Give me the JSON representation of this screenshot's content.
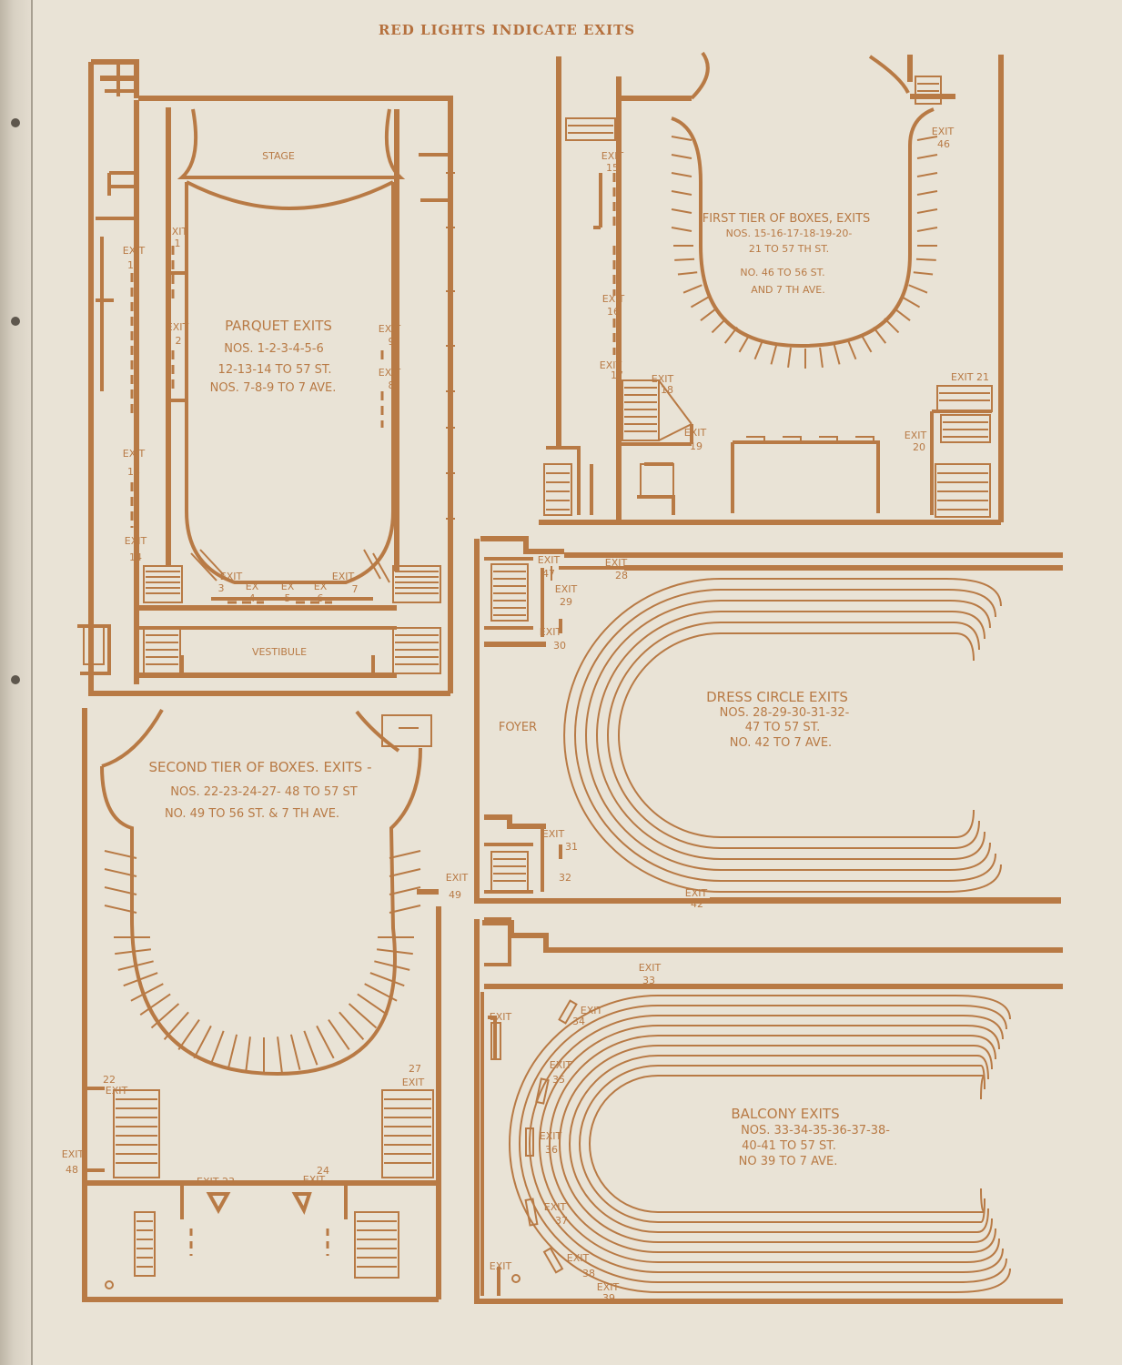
{
  "header": "RED LIGHTS INDICATE EXITS",
  "colors": {
    "ink": "#b87a45",
    "paper": "#e9e3d6"
  },
  "parquet": {
    "stage": "STAGE",
    "vestibule": "VESTIBULE",
    "title": "PARQUET EXITS",
    "line1": "NOS. 1-2-3-4-5-6",
    "line2": "12-13-14 TO 57 ST.",
    "line3": "NOS. 7-8-9 TO 7 AVE.",
    "exits": {
      "e1": [
        "EXIT",
        "1"
      ],
      "e2": [
        "EXIT",
        "2"
      ],
      "e3": [
        "EXIT",
        "3"
      ],
      "e4": [
        "EX",
        "4"
      ],
      "e5": [
        "EX",
        "5"
      ],
      "e6": [
        "EX",
        "6"
      ],
      "e7": [
        "EXIT",
        "7"
      ],
      "e8": [
        "EXIT",
        "8"
      ],
      "e9": [
        "EXIT",
        "9"
      ],
      "e12": [
        "EXIT",
        "12"
      ],
      "e13": [
        "EXIT",
        "13"
      ],
      "e14": [
        "EXIT",
        "14"
      ]
    }
  },
  "first_tier": {
    "title": "FIRST TIER OF BOXES, EXITS",
    "line1": "NOS. 15-16-17-18-19-20-",
    "line2": "21 TO 57 TH ST.",
    "line3": "NO. 46 TO 56 ST.",
    "line4": "AND 7 TH AVE.",
    "exits": {
      "e15": [
        "EXIT",
        "15"
      ],
      "e16": [
        "EXIT",
        "16"
      ],
      "e17": [
        "EXIT",
        "17"
      ],
      "e18": [
        "EXIT",
        "18"
      ],
      "e19": [
        "EXIT",
        "19"
      ],
      "e20": [
        "EXIT",
        "20"
      ],
      "e21": "EXIT 21",
      "e46": [
        "EXIT",
        "46"
      ]
    }
  },
  "dress_circle": {
    "foyer": "FOYER",
    "title": "DRESS CIRCLE EXITS",
    "line1": "NOS. 28-29-30-31-32-",
    "line2": "47 TO 57 ST.",
    "line3": "NO. 42 TO 7 AVE.",
    "exits": {
      "e28": [
        "EXIT",
        "28"
      ],
      "e29": [
        "EXIT",
        "29"
      ],
      "e30": [
        "EXIT",
        "30"
      ],
      "e31": [
        "EXIT",
        "31"
      ],
      "e32": "32",
      "e42": [
        "EXIT",
        "42"
      ],
      "e47": [
        "EXIT",
        "47"
      ]
    }
  },
  "second_tier": {
    "title": "SECOND TIER OF BOXES. EXITS -",
    "line1": "NOS. 22-23-24-27- 48 TO 57 ST",
    "line2": "NO. 49 TO 56 ST. & 7 TH AVE.",
    "exits": {
      "e22": [
        "22",
        "EXIT"
      ],
      "e23": "EXIT 23",
      "e24": [
        "24",
        "EXIT"
      ],
      "e27": [
        "27",
        "EXIT"
      ],
      "e48": [
        "EXIT",
        "48"
      ],
      "e49": [
        "EXIT",
        "49"
      ]
    }
  },
  "balcony": {
    "title": "BALCONY EXITS",
    "line1": "NOS. 33-34-35-36-37-38-",
    "line2": "40-41 TO 57 ST.",
    "line3": "NO 39 TO 7 AVE.",
    "exits": {
      "e33": [
        "EXIT",
        "33"
      ],
      "e34": [
        "EXIT",
        "34"
      ],
      "e35": [
        "EXIT",
        "35"
      ],
      "e36": [
        "EXIT",
        "36"
      ],
      "e37": [
        "EXIT",
        "37"
      ],
      "e38": [
        "EXIT",
        "38"
      ],
      "e39": [
        "EXIT",
        "39"
      ],
      "e40": "EXIT",
      "e41": "EXIT"
    }
  }
}
